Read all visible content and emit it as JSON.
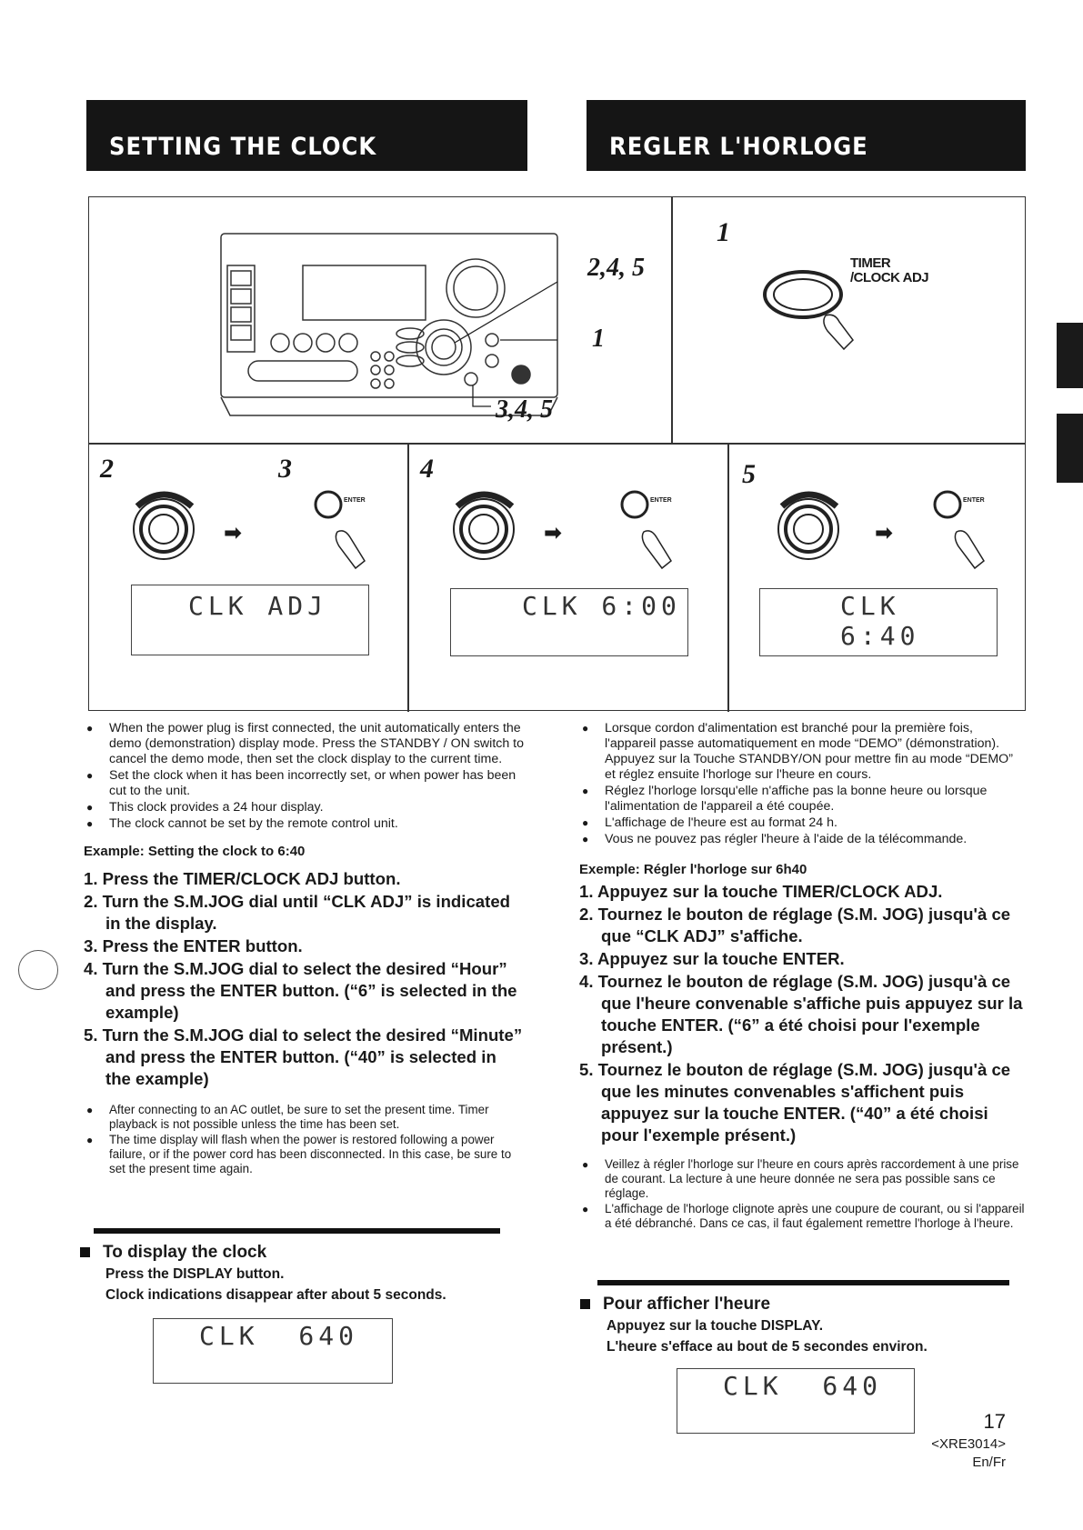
{
  "headers": {
    "en": "SETTING THE CLOCK",
    "fr": "REGLER L'HORLOGE"
  },
  "diagram": {
    "callouts": {
      "dial": "2,4, 5",
      "timer": "1",
      "enter": "3,4, 5"
    },
    "step1": {
      "number": "1",
      "button_label_line1": "TIMER",
      "button_label_line2": "/CLOCK ADJ"
    },
    "steps": [
      {
        "number": "2",
        "second_number": "3",
        "display": "CLK ADJ",
        "enter_label": "ENTER"
      },
      {
        "number": "4",
        "display": "CLK 6:00",
        "enter_label": "ENTER"
      },
      {
        "number": "5",
        "display": "CLK 6:40",
        "enter_label": "ENTER"
      }
    ]
  },
  "english": {
    "bullets": [
      "When the power plug is first connected, the unit automatically enters the demo (demonstration) display mode. Press the STANDBY / ON switch to cancel the demo mode, then set the clock display to the current time.",
      "Set the clock when it has been incorrectly set, or when power has been cut to the unit.",
      "This clock provides a 24 hour display.",
      "The clock cannot be set by the remote control unit."
    ],
    "example": "Example: Setting the clock to 6:40",
    "steps": [
      "1. Press the TIMER/CLOCK ADJ button.",
      "2. Turn the S.M.JOG dial until “CLK ADJ” is indicated in the display.",
      "3. Press the ENTER button.",
      "4. Turn the S.M.JOG dial to select the desired “Hour” and press the ENTER button. (“6” is selected in the example)",
      "5. Turn the S.M.JOG dial to select the desired “Minute” and press the ENTER button. (“40” is selected in the example)"
    ],
    "notes": [
      "After connecting to an AC outlet, be sure to set the present time. Timer playback is not possible unless the time has been set.",
      "The time display will flash when the power is restored following a power failure, or if the power cord has been disconnected. In this case, be sure to set the present time again."
    ],
    "display_heading": "To display the clock",
    "display_line1": "Press the DISPLAY button.",
    "display_line2": "Clock indications disappear after about 5 seconds.",
    "display_lcd": "CLK 640"
  },
  "french": {
    "bullets": [
      "Lorsque cordon d'alimentation est branché pour la première fois, l'appareil passe automatiquement en mode “DEMO” (démonstration). Appuyez sur la Touche STANDBY/ON pour mettre fin au mode “DEMO” et réglez ensuite l'horloge sur l'heure en cours.",
      "Réglez l'horloge lorsqu'elle n'affiche pas la bonne heure ou lorsque l'alimentation de l'appareil a été coupée.",
      "L'affichage de l'heure est au format 24 h.",
      "Vous ne pouvez pas régler l'heure à l'aide de la télécommande."
    ],
    "example": "Exemple: Régler l'horloge sur 6h40",
    "steps": [
      "1. Appuyez sur la touche TIMER/CLOCK ADJ.",
      "2. Tournez le bouton de réglage (S.M. JOG) jusqu'à ce que “CLK ADJ” s'affiche.",
      "3. Appuyez sur la touche ENTER.",
      "4. Tournez le bouton de réglage (S.M. JOG) jusqu'à ce que l'heure convenable s'affiche puis appuyez sur la touche ENTER. (“6” a été choisi pour l'exemple présent.)",
      "5. Tournez le bouton de réglage (S.M. JOG) jusqu'à ce que les minutes convenables s'affichent puis appuyez sur la touche ENTER. (“40” a été choisi pour l'exemple présent.)"
    ],
    "notes": [
      "Veillez à régler l'horloge sur l'heure en cours après raccordement à une prise de courant. La lecture à une heure donnée ne sera pas possible sans ce réglage.",
      "L'affichage de l'horloge clignote après une coupure de courant, ou si l'appareil a été débranché. Dans ce cas, il faut également remettre l'horloge à l'heure."
    ],
    "display_heading": "Pour afficher l'heure",
    "display_line1": "Appuyez sur la touche DISPLAY.",
    "display_line2": "L'heure s'efface au bout de 5 secondes environ.",
    "display_lcd": "CLK 640"
  },
  "footer": {
    "page_number": "17",
    "code": "<XRE3014>",
    "lang": "En/Fr"
  }
}
